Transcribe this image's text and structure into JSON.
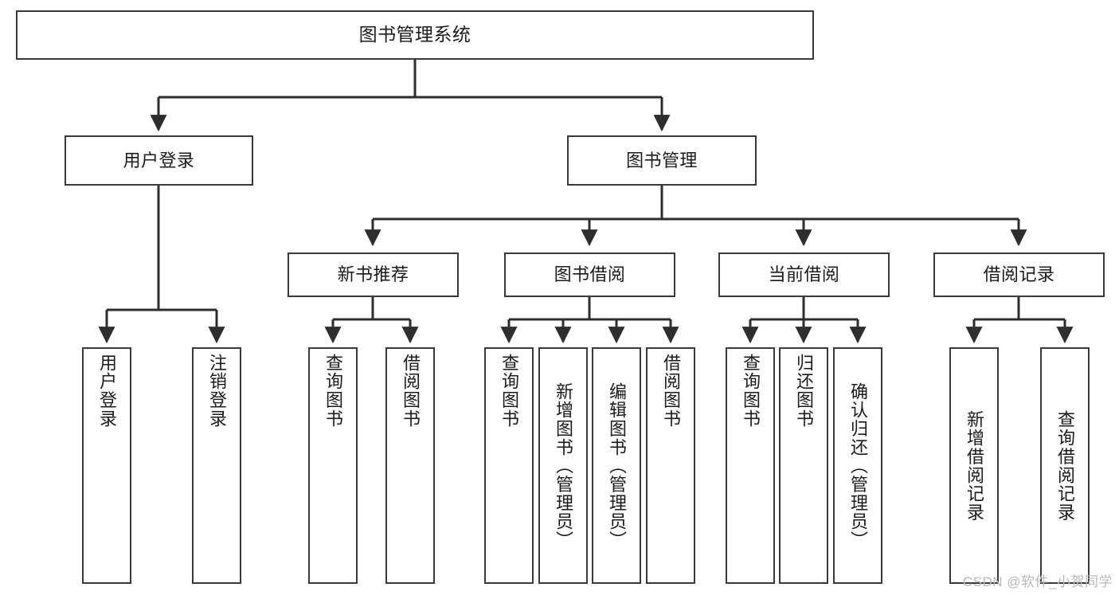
{
  "diagram": {
    "type": "tree-flowchart",
    "title": "图书管理系统",
    "watermark": "CSDN @软件_小贺同学",
    "colors": {
      "box_border": "#3a3a3a",
      "box_fill": "#ffffff",
      "edge": "#2e2e2e",
      "text": "#1b1b1b",
      "watermark": "#b9b9b9"
    },
    "levels": {
      "root": {
        "label": "图书管理系统"
      },
      "level2": [
        {
          "label": "用户登录"
        },
        {
          "label": "图书管理"
        }
      ],
      "level3": [
        {
          "label": "新书推荐"
        },
        {
          "label": "图书借阅"
        },
        {
          "label": "当前借阅"
        },
        {
          "label": "借阅记录"
        }
      ],
      "leaves": {
        "user_login": [
          {
            "label": "用户登录"
          },
          {
            "label": "注销登录"
          }
        ],
        "new_book_recommend": [
          {
            "label": "查询图书"
          },
          {
            "label": "借阅图书"
          }
        ],
        "book_borrow": [
          {
            "label": "查询图书"
          },
          {
            "label": "新增图书（管理员）"
          },
          {
            "label": "编辑图书（管理员）"
          },
          {
            "label": "借阅图书"
          }
        ],
        "current_borrow": [
          {
            "label": "查询图书"
          },
          {
            "label": "归还图书"
          },
          {
            "label": "确认归还（管理员）"
          }
        ],
        "borrow_record": [
          {
            "label": "新增借阅记录"
          },
          {
            "label": "查询借阅记录"
          }
        ]
      }
    }
  }
}
